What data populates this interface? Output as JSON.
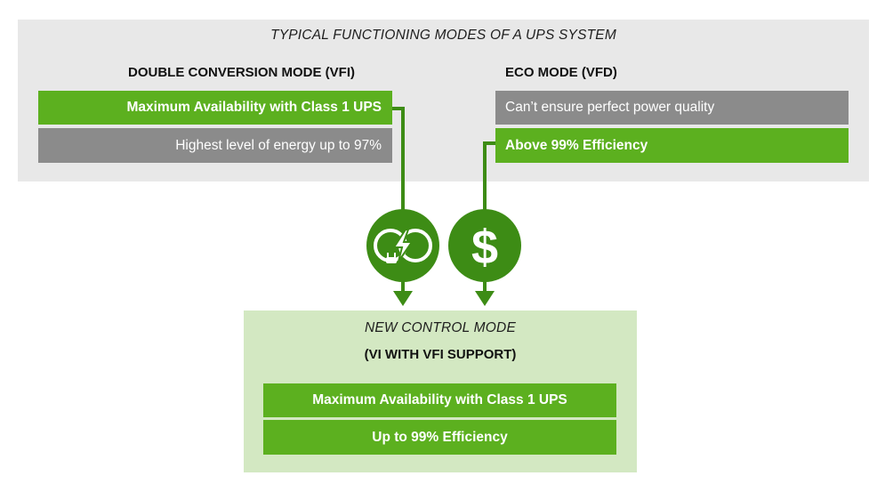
{
  "top": {
    "title": "TYPICAL FUNCTIONING MODES OF A UPS SYSTEM",
    "double_conversion": {
      "heading": "DOUBLE CONVERSION MODE (VFI)",
      "items": [
        {
          "label": "Maximum Availability with Class 1 UPS",
          "color": "#5cb01f"
        },
        {
          "label": "Highest level of energy up to 97%",
          "color": "#8b8b8b"
        }
      ]
    },
    "eco": {
      "heading": "ECO MODE (VFD)",
      "items": [
        {
          "label": "Can’t ensure perfect power quality",
          "color": "#8b8b8b"
        },
        {
          "label": "Above 99% Efficiency",
          "color": "#5cb01f"
        }
      ]
    }
  },
  "icons": {
    "availability": "power-plug-cycle-icon",
    "efficiency": "dollar-icon",
    "icon_color": "#3d8c15"
  },
  "bottom": {
    "title": "NEW CONTROL MODE",
    "subtitle": "(VI WITH VFI SUPPORT)",
    "items": [
      {
        "label": "Maximum Availability with Class 1 UPS"
      },
      {
        "label": "Up to 99% Efficiency"
      }
    ]
  },
  "colors": {
    "green": "#5cb01f",
    "dark_green": "#3d8c15",
    "gray": "#8b8b8b",
    "panel_gray": "#e8e8e8",
    "panel_green": "#d3e8c2"
  }
}
